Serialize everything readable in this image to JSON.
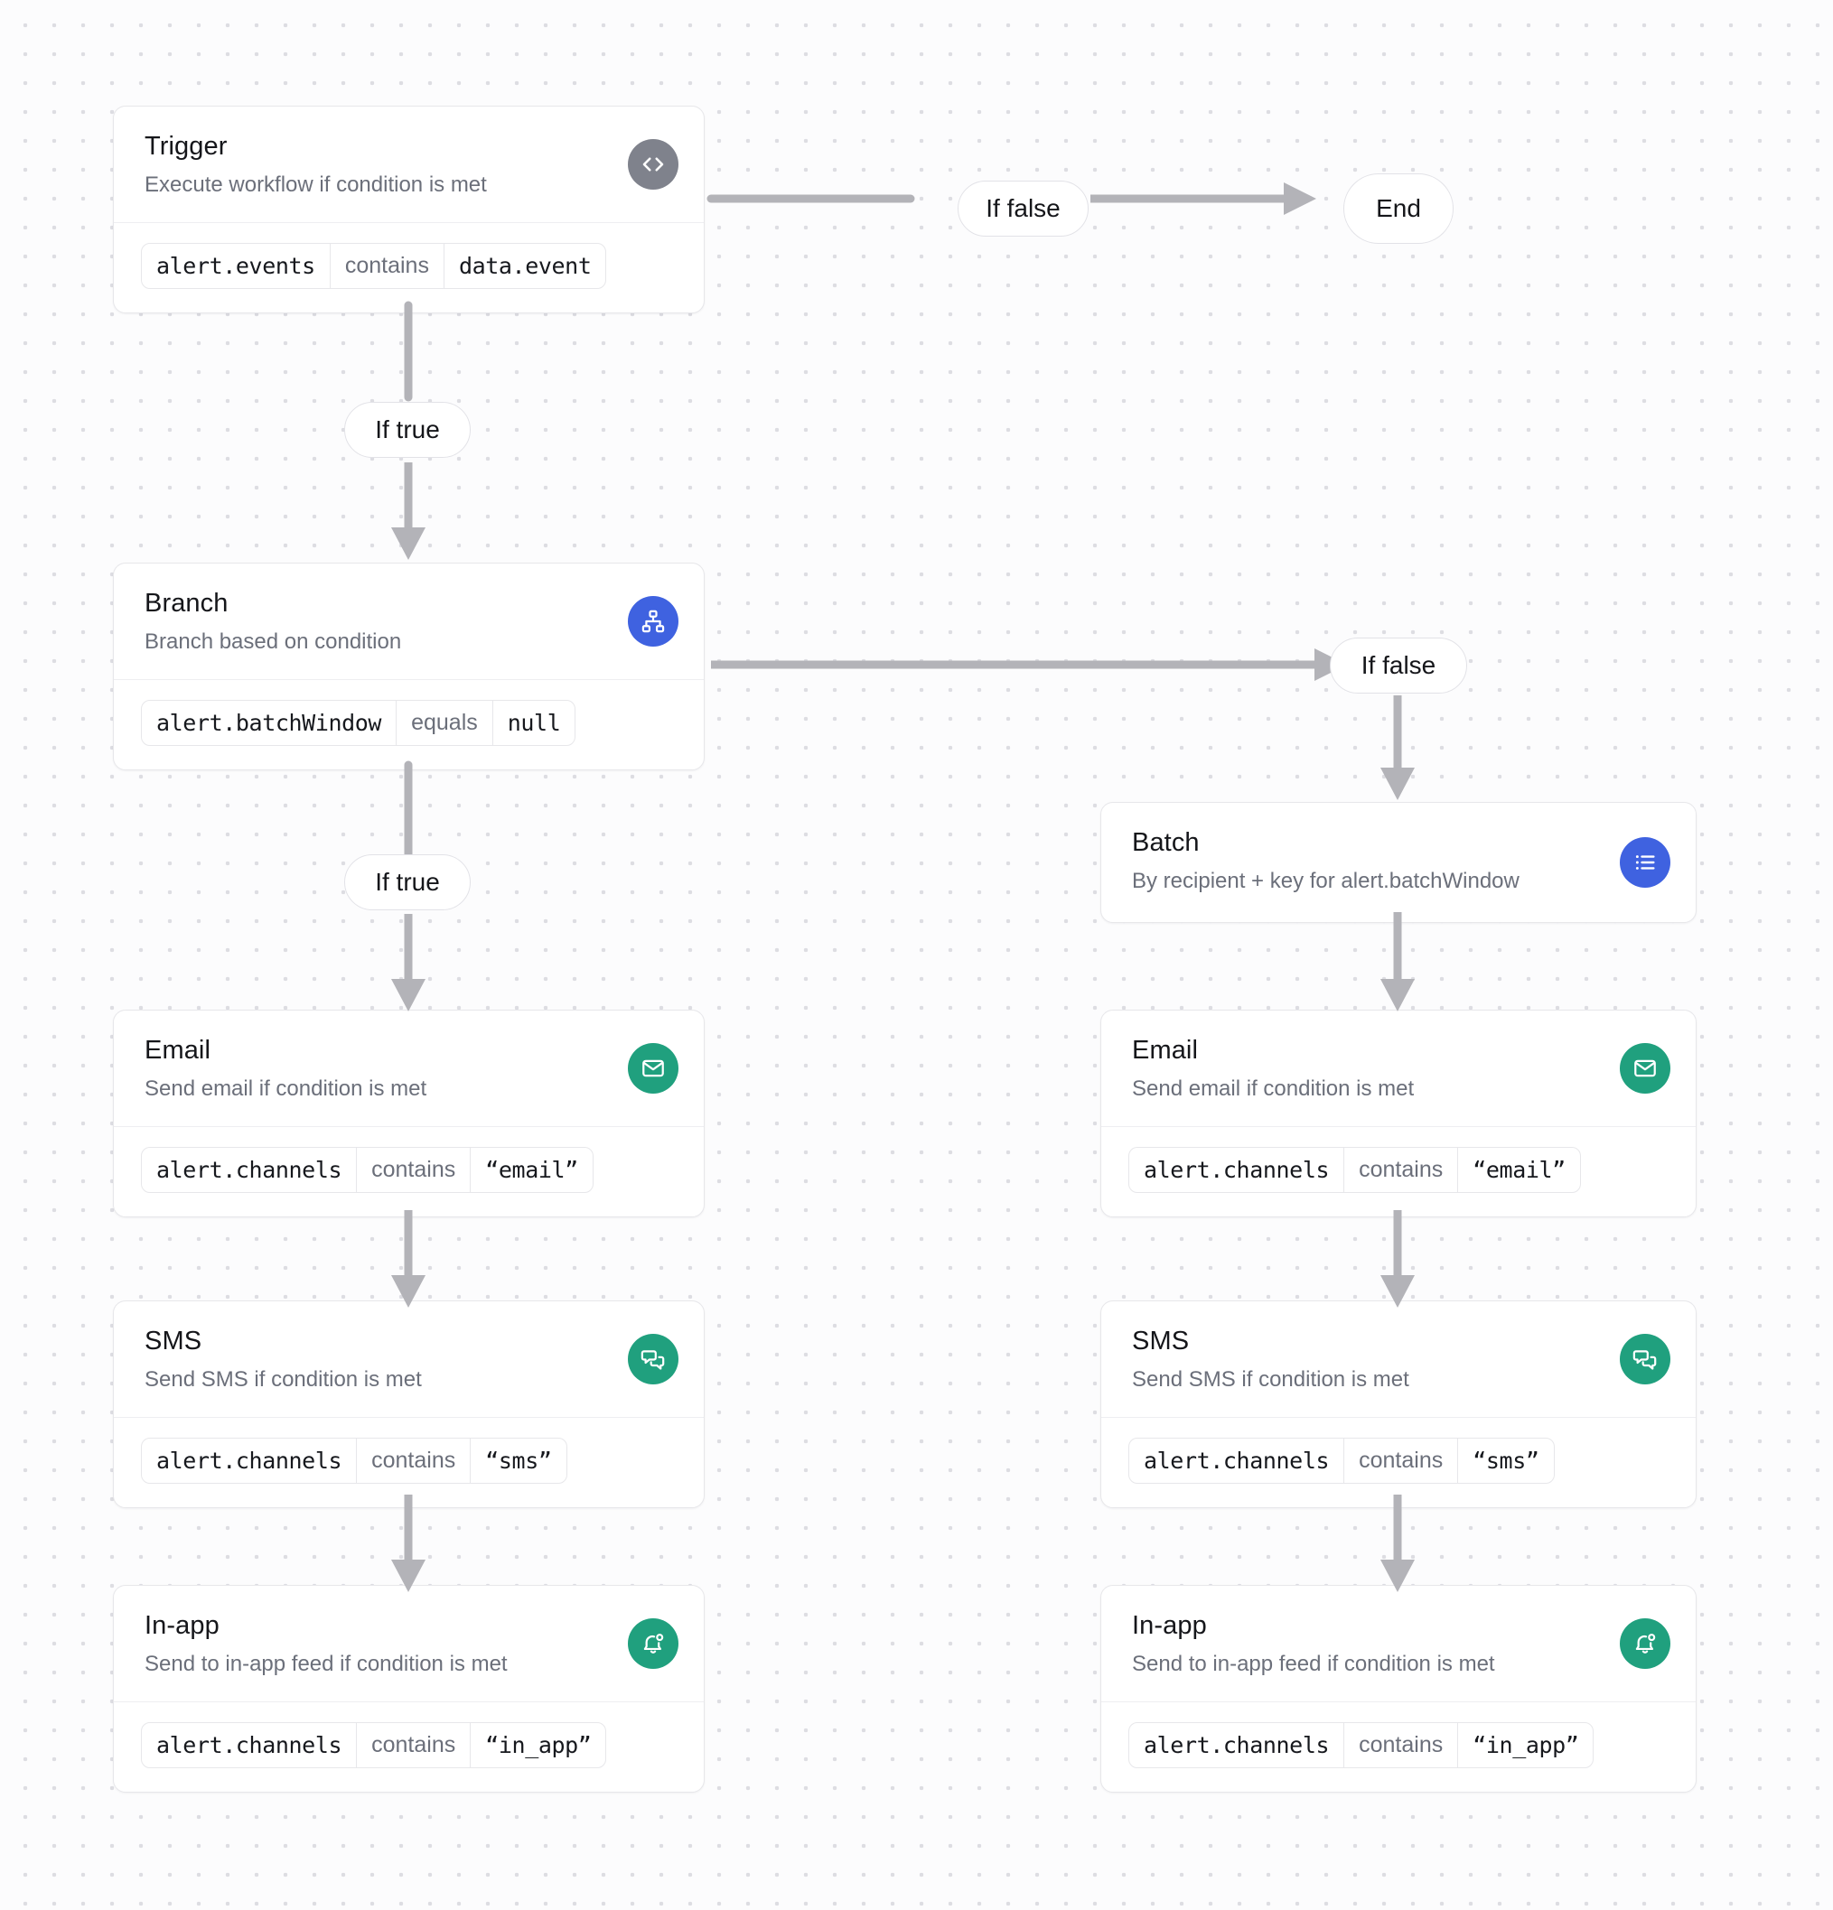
{
  "canvas": {
    "background": "#fcfcfd",
    "grid_dot_color": "#dddde2"
  },
  "colors": {
    "icon_gray": "#7f828c",
    "icon_blue": "#3f62e0",
    "icon_green": "#20a07e",
    "connector": "#b3b3b8",
    "card_border": "#e7e7ea",
    "title_text": "#15161a",
    "subtitle_text": "#6b6f7a"
  },
  "nodes": [
    {
      "id": "trigger",
      "title": "Trigger",
      "subtitle": "Execute workflow if condition is met",
      "icon": "code-icon",
      "icon_color": "#7f828c",
      "condition": {
        "field": "alert.events",
        "operator": "contains",
        "value": "data.event"
      }
    },
    {
      "id": "branch",
      "title": "Branch",
      "subtitle": "Branch based on condition",
      "icon": "sitemap-icon",
      "icon_color": "#3f62e0",
      "condition": {
        "field": "alert.batchWindow",
        "operator": "equals",
        "value": "null"
      }
    },
    {
      "id": "batch",
      "title": "Batch",
      "subtitle": "By recipient + key for alert.batchWindow",
      "icon": "list-icon",
      "icon_color": "#3f62e0",
      "condition": null
    },
    {
      "id": "email-left",
      "title": "Email",
      "subtitle": "Send email if condition is met",
      "icon": "envelope-icon",
      "icon_color": "#20a07e",
      "condition": {
        "field": "alert.channels",
        "operator": "contains",
        "value": "“email”"
      }
    },
    {
      "id": "sms-left",
      "title": "SMS",
      "subtitle": "Send SMS if condition is met",
      "icon": "chat-bubbles-icon",
      "icon_color": "#20a07e",
      "condition": {
        "field": "alert.channels",
        "operator": "contains",
        "value": "“sms”"
      }
    },
    {
      "id": "inapp-left",
      "title": "In-app",
      "subtitle": "Send to in-app feed if condition is met",
      "icon": "bell-dot-icon",
      "icon_color": "#20a07e",
      "condition": {
        "field": "alert.channels",
        "operator": "contains",
        "value": "“in_app”"
      }
    },
    {
      "id": "email-right",
      "title": "Email",
      "subtitle": "Send email if condition is met",
      "icon": "envelope-icon",
      "icon_color": "#20a07e",
      "condition": {
        "field": "alert.channels",
        "operator": "contains",
        "value": "“email”"
      }
    },
    {
      "id": "sms-right",
      "title": "SMS",
      "subtitle": "Send SMS if condition is met",
      "icon": "chat-bubbles-icon",
      "icon_color": "#20a07e",
      "condition": {
        "field": "alert.channels",
        "operator": "contains",
        "value": "“sms”"
      }
    },
    {
      "id": "inapp-right",
      "title": "In-app",
      "subtitle": "Send to in-app feed if condition is met",
      "icon": "bell-dot-icon",
      "icon_color": "#20a07e",
      "condition": {
        "field": "alert.channels",
        "operator": "contains",
        "value": "“in_app”"
      }
    }
  ],
  "labels": {
    "trigger_false": "If false",
    "trigger_end": "End",
    "trigger_true": "If true",
    "branch_false": "If false",
    "branch_true": "If true"
  },
  "edges": [
    {
      "from": "trigger",
      "to": "end",
      "label": "If false"
    },
    {
      "from": "trigger",
      "to": "branch",
      "label": "If true"
    },
    {
      "from": "branch",
      "to": "batch",
      "label": "If false"
    },
    {
      "from": "branch",
      "to": "email-left",
      "label": "If true"
    },
    {
      "from": "batch",
      "to": "email-right",
      "label": ""
    },
    {
      "from": "email-left",
      "to": "sms-left",
      "label": ""
    },
    {
      "from": "sms-left",
      "to": "inapp-left",
      "label": ""
    },
    {
      "from": "email-right",
      "to": "sms-right",
      "label": ""
    },
    {
      "from": "sms-right",
      "to": "inapp-right",
      "label": ""
    }
  ]
}
